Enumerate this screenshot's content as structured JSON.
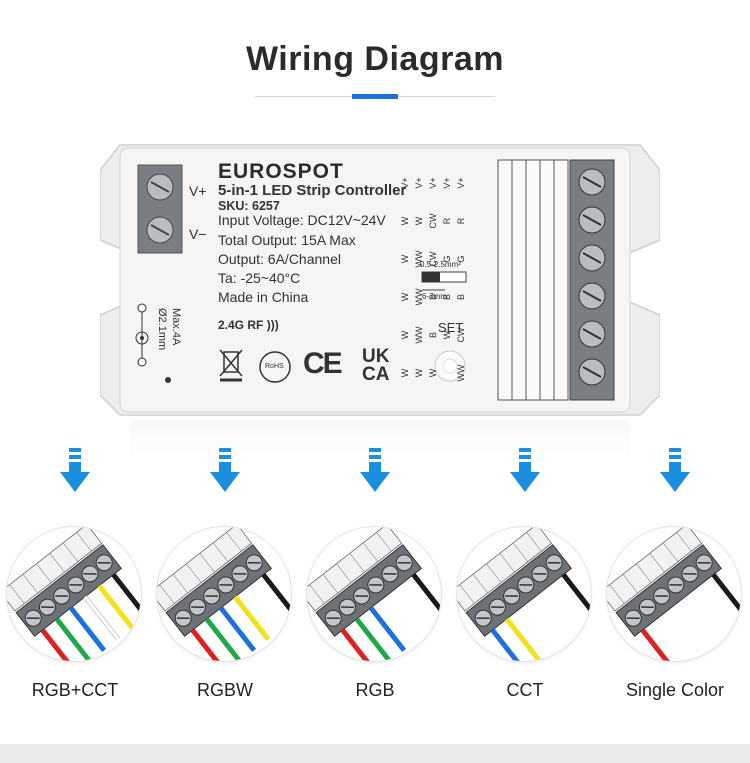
{
  "title": "Wiring Diagram",
  "device": {
    "brand": "EUROSPOT",
    "product": "5-in-1 LED Strip Controller",
    "sku": "SKU: 6257",
    "input_voltage": "Input Voltage: DC12V~24V",
    "total_output": "Total Output: 15A Max",
    "output": "Output: 6A/Channel",
    "ta": "Ta: -25~40°C",
    "made_in": "Made in China",
    "rf": "2.4G RF",
    "set_label": "SET",
    "vplus": "V+",
    "vminus": "V−",
    "max_current": "Max.4A",
    "diameter": "Ø2.1mm",
    "wire_gauge": "0.5-2.5mm²",
    "strip_length": "6-7mm",
    "ce": "CE",
    "ukca": "UK CA",
    "rohs": "RoHS",
    "pin_columns": [
      [
        "V+",
        "W",
        "W",
        "W",
        "W",
        "W"
      ],
      [
        "V+",
        "W",
        "WW",
        "WW",
        "WW",
        "W"
      ],
      [
        "V+",
        "CW",
        "CW",
        "B",
        "B",
        "W"
      ],
      [
        "V+",
        "R",
        "G",
        "B",
        "W",
        ""
      ],
      [
        "V+",
        "R",
        "G",
        "B",
        "CW",
        "WW"
      ]
    ]
  },
  "modes": [
    {
      "label": "RGB+CCT",
      "wires": [
        "#e02020",
        "#1fa84a",
        "#1e6fe0",
        "#ffffff",
        "#f2e21a"
      ]
    },
    {
      "label": "RGBW",
      "wires": [
        "#e02020",
        "#1fa84a",
        "#1e6fe0",
        "#f2e21a"
      ]
    },
    {
      "label": "RGB",
      "wires": [
        "#e02020",
        "#1fa84a",
        "#1e6fe0"
      ]
    },
    {
      "label": "CCT",
      "wires": [
        "#1e6fe0",
        "#f2e21a"
      ]
    },
    {
      "label": "Single Color",
      "wires": [
        "#e02020"
      ]
    }
  ],
  "colors": {
    "accent": "#1e6fe0",
    "arrow": "#1a8fe0"
  }
}
